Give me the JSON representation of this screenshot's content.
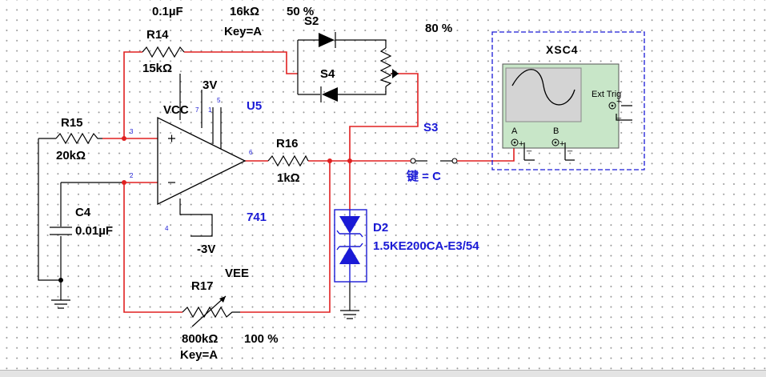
{
  "labels": {
    "c_top_value": "0.1µF",
    "r_top_value": "16kΩ",
    "pot_top_pct": "50 %",
    "s2": "S2",
    "key_top": "Key=A",
    "r14": "R14",
    "r14_value": "15kΩ",
    "s4": "S4",
    "pct80": "80 %",
    "xsc4": "XSC4",
    "ext_trig": "Ext Trig",
    "scope_a": "A",
    "scope_b": "B",
    "v3": "3V",
    "vcc": "VCC",
    "u5": "U5",
    "s3": "S3",
    "r15": "R15",
    "r15_value": "20kΩ",
    "r16": "R16",
    "r16_value": "1kΩ",
    "key_c": "键 = C",
    "c4": "C4",
    "c4_value": "0.01µF",
    "op741": "741",
    "d2": "D2",
    "d2_part": "1.5KE200CA-E3/54",
    "vm3": "-3V",
    "vee": "VEE",
    "r17": "R17",
    "r17_value": "800kΩ",
    "pct100": "100 %",
    "key_bottom": "Key=A",
    "pin3": "3",
    "pin2": "2",
    "pin6": "6",
    "pin7": "7",
    "pin4": "4",
    "pin1": "1",
    "pin5": "5"
  },
  "colors": {
    "wire": "#e02020",
    "component": "#000000",
    "part_label": "#1a1ad6",
    "scope_border": "#1a1ad6",
    "scope_body": "#c8e6c8"
  }
}
